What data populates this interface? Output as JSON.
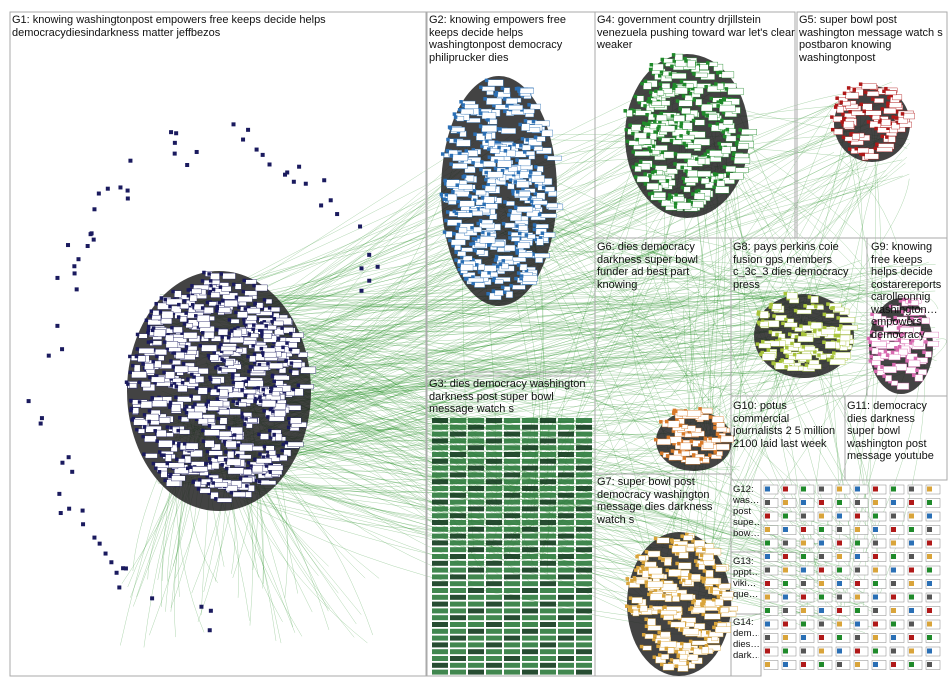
{
  "groups": [
    {
      "id": "G1",
      "label": "G1: knowing washingtonpost empowers free keeps decide helps democracydiesindarkness matter jeffbezos",
      "color": "#1a1a5e"
    },
    {
      "id": "G2",
      "label": "G2: knowing empowers free keeps decide helps washingtonpost democracy philiprucker dies",
      "color": "#2a6fb5"
    },
    {
      "id": "G3",
      "label": "G3: dies democracy washington darkness post super bowl message watch s",
      "color": "#1e5a2e"
    },
    {
      "id": "G4",
      "label": "G4: government country drjillstein venezuela pushing toward war let's clear weaker",
      "color": "#1f8a2a"
    },
    {
      "id": "G5",
      "label": "G5: super bowl post washington message watch s postbaron knowing washingtonpost",
      "color": "#b01818"
    },
    {
      "id": "G6",
      "label": "G6: dies democracy darkness super bowl funder ad best part knowing",
      "color": "#555555"
    },
    {
      "id": "G7",
      "label": "G7: super bowl post democracy washington message dies darkness watch s",
      "color": "#d9a43a"
    },
    {
      "id": "G8",
      "label": "G8: pays perkins coie fusion gps members c_3c_3 dies democracy press",
      "color": "#a8c43a"
    },
    {
      "id": "G9",
      "label": "G9: knowing free keeps helps decide costarereports carolleonnig washington… empowers democracy",
      "color": "#d86ab0"
    },
    {
      "id": "G10",
      "label": "G10: potus commercial journalists 2 5 million 2100 laid last week",
      "color": "#d97a2a"
    },
    {
      "id": "G11",
      "label": "G11: democracy dies darkness super bowl washington post message youtube",
      "color": "#7a7a7a"
    },
    {
      "id": "G12",
      "label": "G12: was… post supe… bow…",
      "color": "#555555"
    },
    {
      "id": "G13",
      "label": "G13: pppt… viki… que…",
      "color": "#555555"
    },
    {
      "id": "G14",
      "label": "G14: dem… dies… dark…",
      "color": "#555555"
    }
  ],
  "colors": {
    "edge": "#1a8a1a",
    "box_border": "#aaaaaa",
    "background": "#ffffff"
  }
}
